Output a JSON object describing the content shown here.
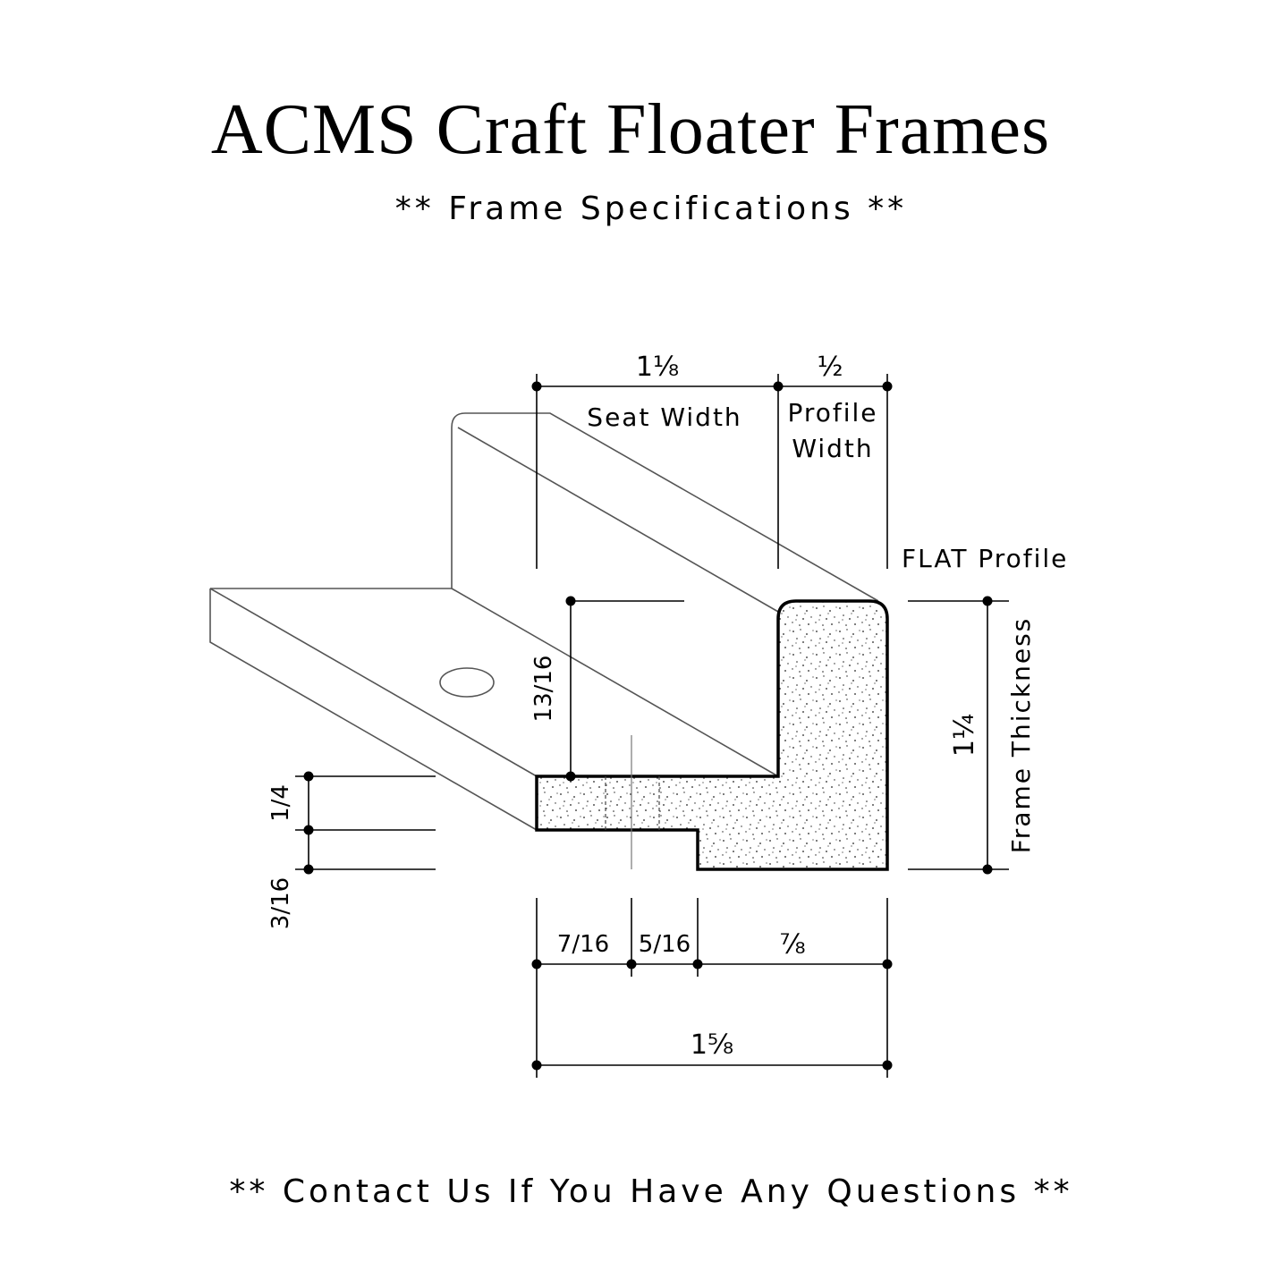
{
  "header": {
    "title": "ACMS Craft Floater Frames",
    "subtitle": "** Frame Specifications **"
  },
  "footer": {
    "text": "** Contact Us If You Have Any Questions **"
  },
  "labels": {
    "seat_width": "Seat Width",
    "profile_width_line1": "Profile",
    "profile_width_line2": "Width",
    "profile_type": "FLAT Profile",
    "frame_thickness": "Frame Thickness"
  },
  "dimensions": {
    "seat_width": "1⅛",
    "profile_width": "½",
    "frame_thickness": "1¼",
    "lip_height": "13/16",
    "bottom_upper": "1/4",
    "bottom_lower": "3/16",
    "segment_a": "7/16",
    "segment_b": "5/16",
    "segment_c": "⅞",
    "overall_width": "1⅝"
  }
}
